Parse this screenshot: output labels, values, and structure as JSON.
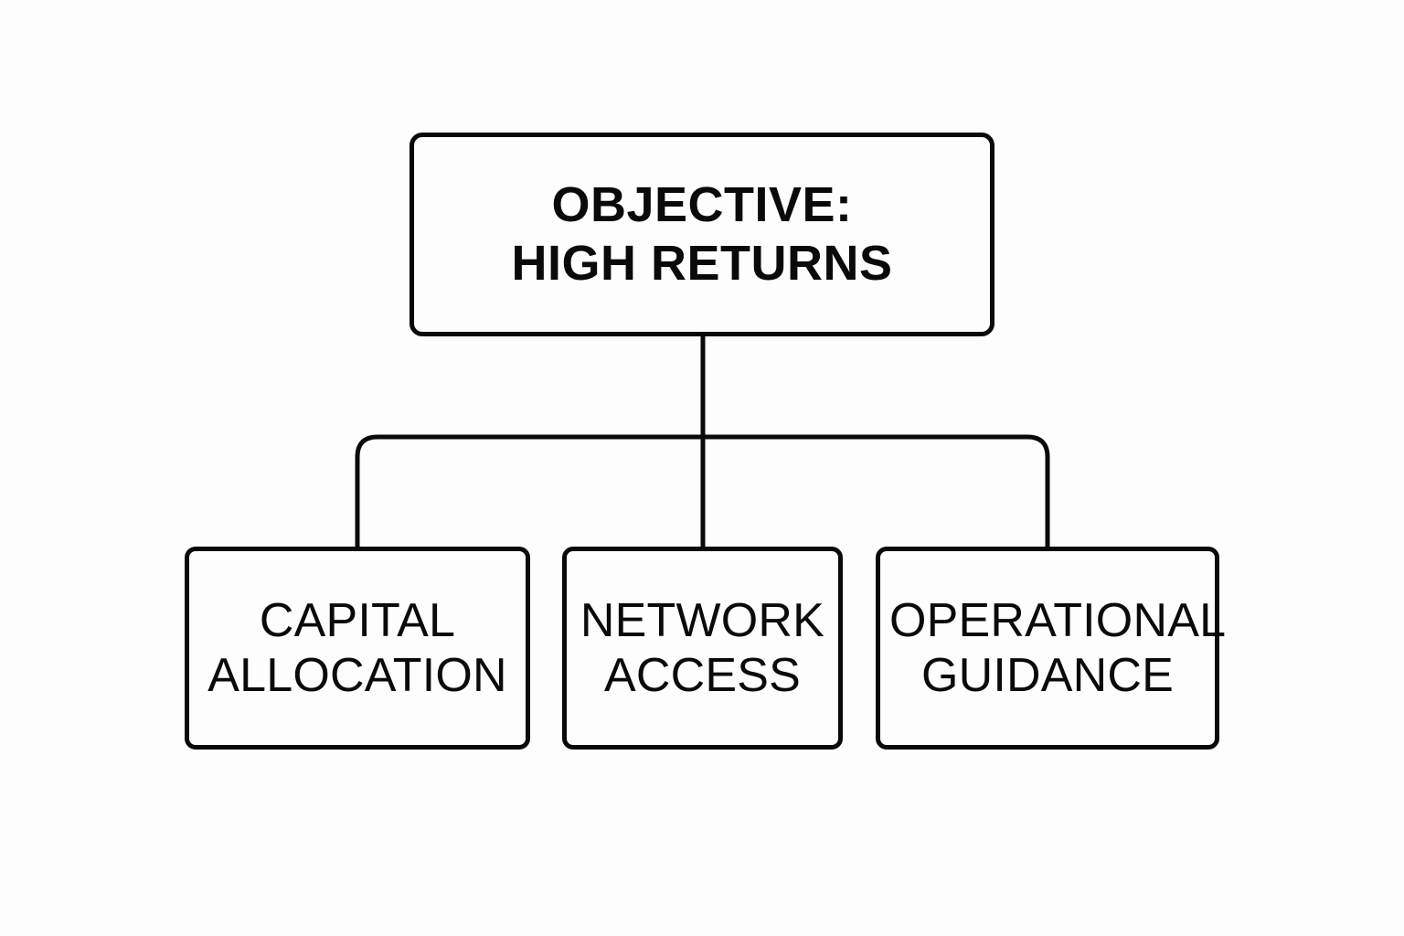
{
  "diagram": {
    "type": "org-chart",
    "orientation": "top-down",
    "background_color": "#fdfdfd",
    "line_color": "#0a0a0a",
    "text_color": "#0a0a0a",
    "root": {
      "id": "objective",
      "label": "OBJECTIVE:\nHIGH RETURNS",
      "line1": "OBJECTIVE:",
      "line2": "HIGH RETURNS",
      "emphasis": "bold"
    },
    "children": [
      {
        "id": "capital-allocation",
        "label": "CAPITAL\nALLOCATION",
        "line1": "CAPITAL",
        "line2": "ALLOCATION",
        "emphasis": "regular"
      },
      {
        "id": "network-access",
        "label": "NETWORK\nACCESS",
        "line1": "NETWORK",
        "line2": "ACCESS",
        "emphasis": "regular"
      },
      {
        "id": "operational-guidance",
        "label": "OPERATIONAL\nGUIDANCE",
        "line1": "OPERATIONAL",
        "line2": "GUIDANCE",
        "emphasis": "regular"
      }
    ],
    "connectors": {
      "stem_from_root": "vertical line from root bottom to middle child top",
      "bus": "horizontal distribution bar with rounded ends",
      "count": 3
    }
  }
}
